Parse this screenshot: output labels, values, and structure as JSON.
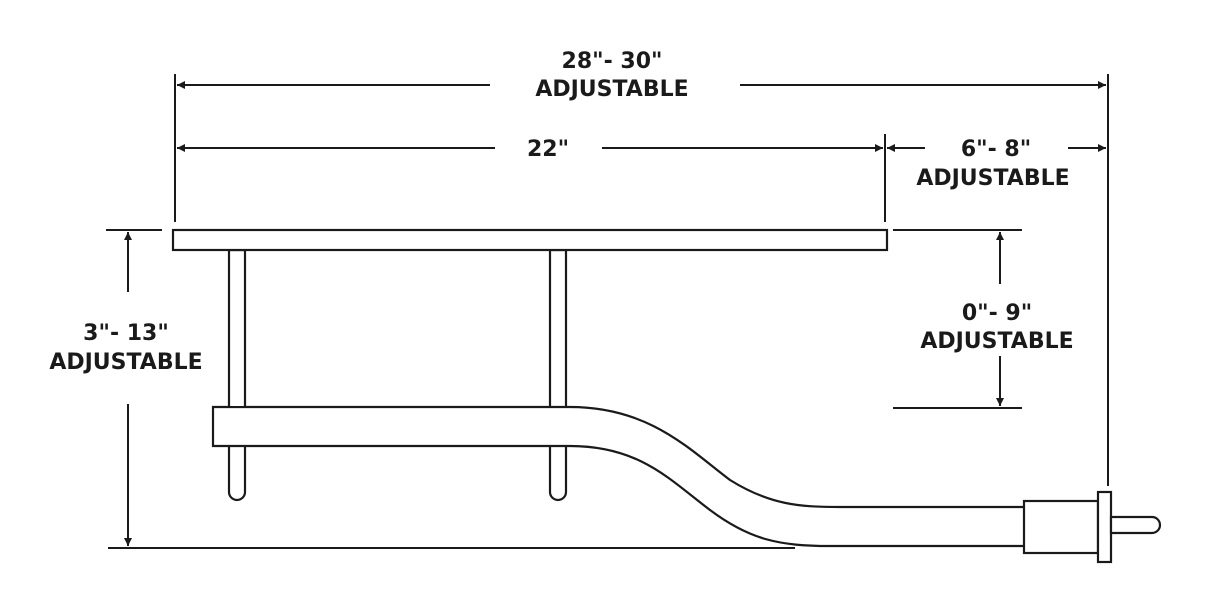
{
  "dimensions": {
    "overall_length": {
      "value": "28\"- 30\"",
      "note": "ADJUSTABLE"
    },
    "grate_length": {
      "value": "22\""
    },
    "extension": {
      "value": "6\"- 8\"",
      "note": "ADJUSTABLE"
    },
    "total_height": {
      "value": "3\"- 13\"",
      "note": "ADJUSTABLE"
    },
    "grate_height": {
      "value": "0\"- 9\"",
      "note": "ADJUSTABLE"
    }
  },
  "colors": {
    "line": "#1a1a1a",
    "background": "#ffffff"
  }
}
